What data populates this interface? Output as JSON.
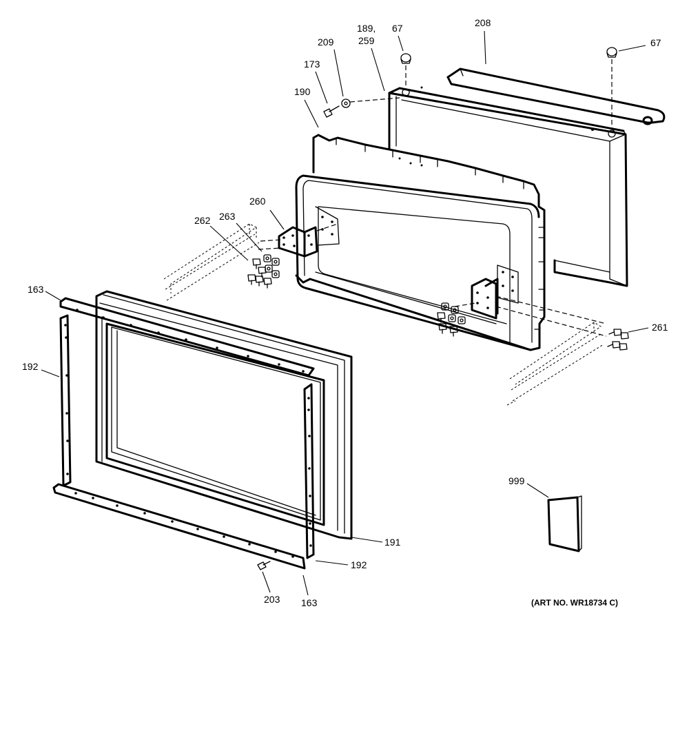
{
  "labels": {
    "p67_a": "67",
    "p67_b": "67",
    "p208": "208",
    "p209": "209",
    "p189": "189,",
    "p259": "259",
    "p173": "173",
    "p190": "190",
    "p260": "260",
    "p263": "263",
    "p262": "262",
    "p163_a": "163",
    "p163_b": "163",
    "p192_a": "192",
    "p192_b": "192",
    "p261": "261",
    "p191": "191",
    "p203": "203",
    "p999": "999"
  },
  "art_number": "(ART NO. WR18734 C)"
}
